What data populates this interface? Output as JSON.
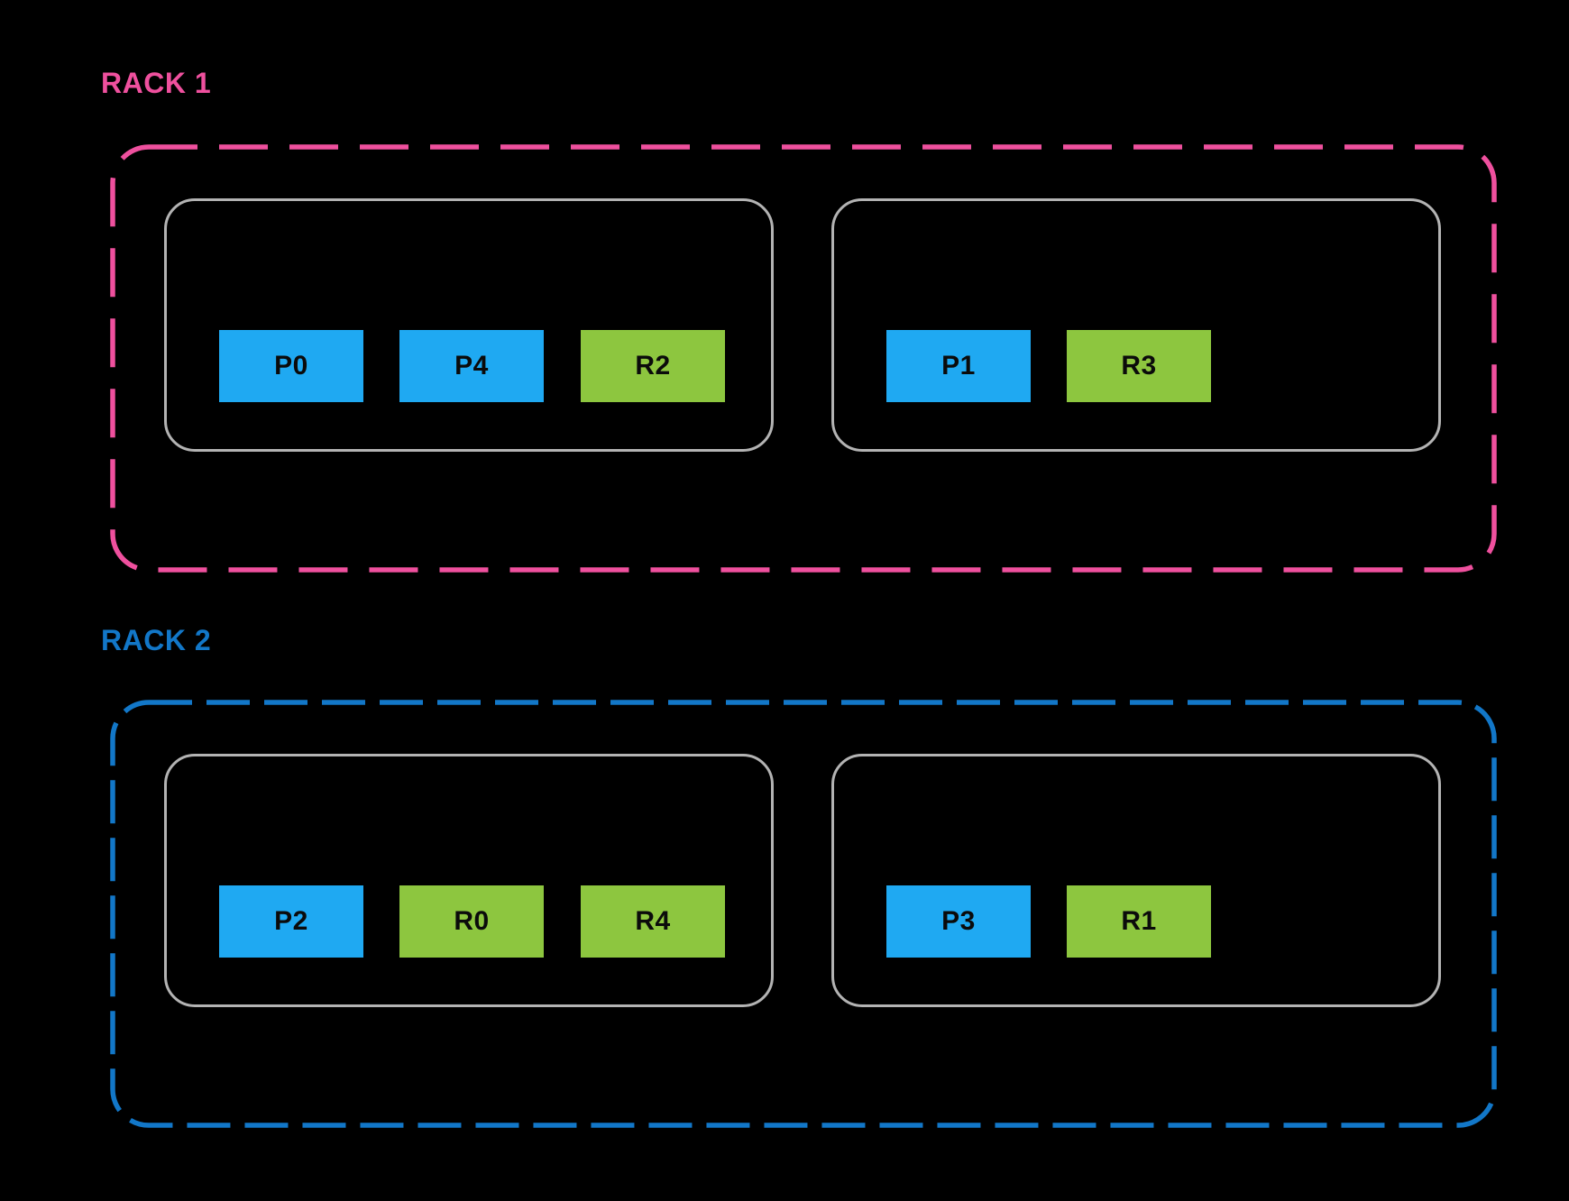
{
  "diagram": {
    "description": "Rack placement diagram with primary and replica slots on hosts"
  },
  "colors": {
    "background": "#000000",
    "primary_slot": "#1FA9F2",
    "replica_slot": "#8DC63F",
    "host_border": "#B3B3B3",
    "slot_text": "#0B0B0B",
    "rack1_accent": "#EF509E",
    "rack2_accent": "#1277C8"
  },
  "racks": [
    {
      "label": "RACK 1",
      "label_color": "#EF509E",
      "border_color": "#EF509E",
      "hosts": [
        {
          "slots": [
            {
              "label": "P0",
              "type": "primary"
            },
            {
              "label": "P4",
              "type": "primary"
            },
            {
              "label": "R2",
              "type": "replica"
            }
          ]
        },
        {
          "slots": [
            {
              "label": "P1",
              "type": "primary"
            },
            {
              "label": "R3",
              "type": "replica"
            }
          ]
        }
      ]
    },
    {
      "label": "RACK 2",
      "label_color": "#1277C8",
      "border_color": "#1277C8",
      "hosts": [
        {
          "slots": [
            {
              "label": "P2",
              "type": "primary"
            },
            {
              "label": "R0",
              "type": "replica"
            },
            {
              "label": "R4",
              "type": "replica"
            }
          ]
        },
        {
          "slots": [
            {
              "label": "P3",
              "type": "primary"
            },
            {
              "label": "R1",
              "type": "replica"
            }
          ]
        }
      ]
    }
  ]
}
